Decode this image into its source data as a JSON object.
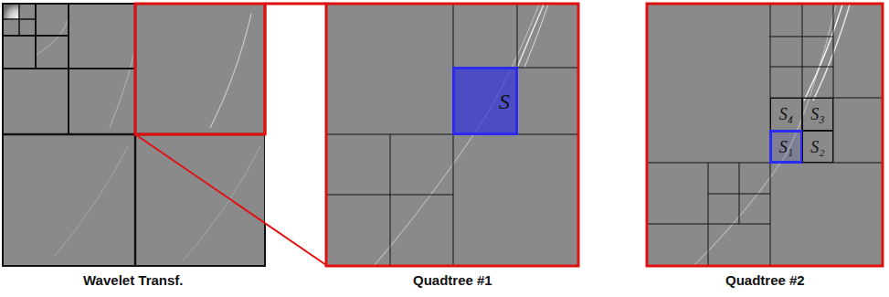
{
  "diagram": {
    "nodes": [
      {
        "text": [
          "S"
        ]
      },
      {
        "text": [
          "S₄"
        ]
      },
      {
        "text": [
          "S₃"
        ]
      },
      {
        "text": [
          "S₁"
        ]
      },
      {
        "text": [
          "S₂"
        ]
      }
    ],
    "labels": [
      "Wavelet Transf.",
      "Quadtree #1",
      "Quadtree #2"
    ]
  }
}
